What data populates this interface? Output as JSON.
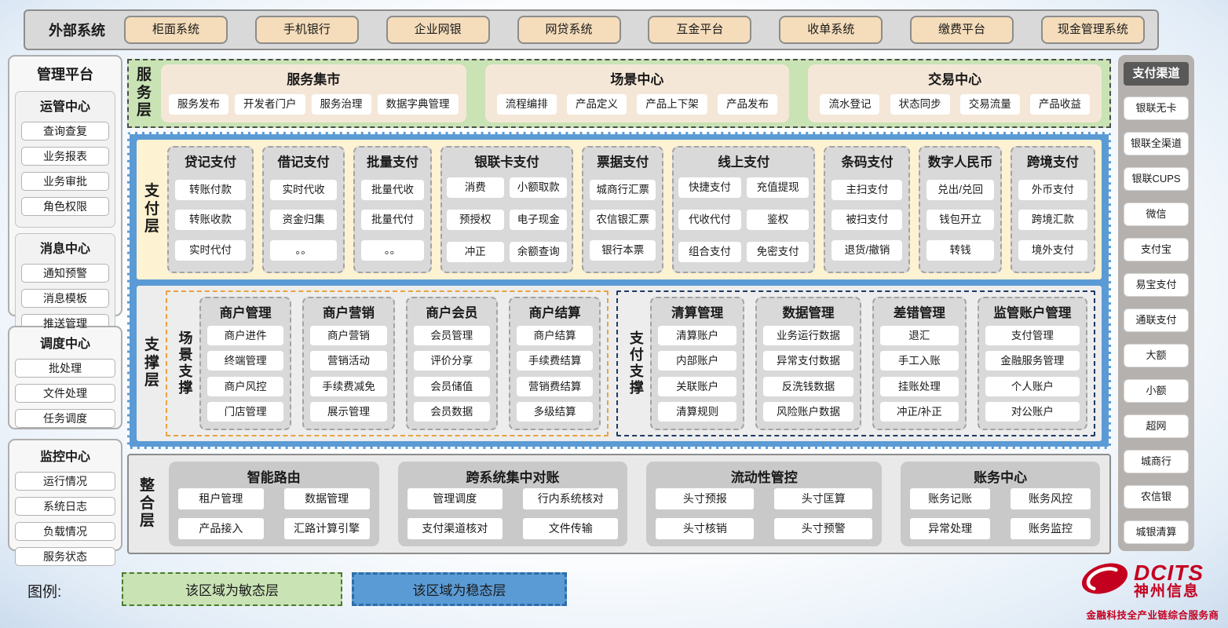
{
  "external_systems": {
    "label": "外部系统",
    "items": [
      "柜面系统",
      "手机银行",
      "企业网银",
      "网贷系统",
      "互金平台",
      "收单系统",
      "缴费平台",
      "现金管理系统"
    ]
  },
  "management_platform": {
    "title": "管理平台",
    "groups": [
      {
        "title": "运管中心",
        "items": [
          "查询查复",
          "业务报表",
          "业务审批",
          "角色权限"
        ]
      },
      {
        "title": "消息中心",
        "items": [
          "通知预警",
          "消息模板",
          "推送管理"
        ]
      },
      {
        "title": "调度中心",
        "items": [
          "批处理",
          "文件处理",
          "任务调度"
        ]
      },
      {
        "title": "监控中心",
        "items": [
          "运行情况",
          "系统日志",
          "负载情况",
          "服务状态"
        ]
      }
    ]
  },
  "service_layer": {
    "label": "服务层",
    "groups": [
      {
        "title": "服务集市",
        "items": [
          "服务发布",
          "开发者门户",
          "服务治理",
          "数据字典管理"
        ]
      },
      {
        "title": "场景中心",
        "items": [
          "流程编排",
          "产品定义",
          "产品上下架",
          "产品发布"
        ]
      },
      {
        "title": "交易中心",
        "items": [
          "流水登记",
          "状态同步",
          "交易流量",
          "产品收益"
        ]
      }
    ]
  },
  "payment_layer": {
    "label": "支付层",
    "columns": [
      {
        "title": "贷记支付",
        "items": [
          "转账付款",
          "转账收款",
          "实时代付"
        ]
      },
      {
        "title": "借记支付",
        "items": [
          "实时代收",
          "资金归集",
          "。。"
        ]
      },
      {
        "title": "批量支付",
        "items": [
          "批量代收",
          "批量代付",
          "。。"
        ]
      },
      {
        "title": "银联卡支付",
        "items": [
          "消费",
          "小额取款",
          "预授权",
          "电子现金",
          "冲正",
          "余额查询"
        ]
      },
      {
        "title": "票据支付",
        "items": [
          "城商行汇票",
          "农信银汇票",
          "银行本票"
        ]
      },
      {
        "title": "线上支付",
        "items": [
          "快捷支付",
          "充值提现",
          "代收代付",
          "鉴权",
          "组合支付",
          "免密支付"
        ]
      },
      {
        "title": "条码支付",
        "items": [
          "主扫支付",
          "被扫支付",
          "退货/撤销"
        ]
      },
      {
        "title": "数字人民币",
        "items": [
          "兑出/兑回",
          "钱包开立",
          "转钱"
        ]
      },
      {
        "title": "跨境支付",
        "items": [
          "外币支付",
          "跨境汇款",
          "境外支付"
        ]
      }
    ]
  },
  "support_layer": {
    "label": "支撑层",
    "scene_support": {
      "label": "场景支撑",
      "columns": [
        {
          "title": "商户管理",
          "items": [
            "商户进件",
            "终端管理",
            "商户风控",
            "门店管理"
          ]
        },
        {
          "title": "商户营销",
          "items": [
            "商户营销",
            "营销活动",
            "手续费减免",
            "展示管理"
          ]
        },
        {
          "title": "商户会员",
          "items": [
            "会员管理",
            "评价分享",
            "会员储值",
            "会员数据"
          ]
        },
        {
          "title": "商户结算",
          "items": [
            "商户结算",
            "手续费结算",
            "营销费结算",
            "多级结算"
          ]
        }
      ]
    },
    "payment_support": {
      "label": "支付支撑",
      "columns": [
        {
          "title": "清算管理",
          "items": [
            "清算账户",
            "内部账户",
            "关联账户",
            "清算规则"
          ]
        },
        {
          "title": "数据管理",
          "items": [
            "业务运行数据",
            "异常支付数据",
            "反洗钱数据",
            "风险账户数据"
          ]
        },
        {
          "title": "差错管理",
          "items": [
            "退汇",
            "手工入账",
            "挂账处理",
            "冲正/补正"
          ]
        },
        {
          "title": "监管账户管理",
          "items": [
            "支付管理",
            "金融服务管理",
            "个人账户",
            "对公账户"
          ]
        }
      ]
    }
  },
  "integration_layer": {
    "label": "整合层",
    "groups": [
      {
        "title": "智能路由",
        "items": [
          "租户管理",
          "数据管理",
          "产品接入",
          "汇路计算引擎"
        ]
      },
      {
        "title": "跨系统集中对账",
        "items": [
          "管理调度",
          "行内系统核对",
          "支付渠道核对",
          "文件传输"
        ]
      },
      {
        "title": "流动性管控",
        "items": [
          "头寸预报",
          "头寸匡算",
          "头寸核销",
          "头寸预警"
        ]
      },
      {
        "title": "账务中心",
        "items": [
          "账务记账",
          "账务风控",
          "异常处理",
          "账务监控"
        ]
      }
    ]
  },
  "payment_channels": {
    "title": "支付渠道",
    "items": [
      "银联无卡",
      "银联全渠道",
      "银联CUPS",
      "微信",
      "支付宝",
      "易宝支付",
      "通联支付",
      "大额",
      "小额",
      "超网",
      "城商行",
      "农信银",
      "城银清算"
    ]
  },
  "legend": {
    "label": "图例:",
    "agile": "该区域为敏态层",
    "stable": "该区域为稳态层"
  },
  "logo": {
    "brand": "DCITS",
    "name": "神州信息",
    "tagline": "金融科技全产业链综合服务商"
  },
  "colors": {
    "external_button": "#f5ddbb",
    "agile_green": "#c9e3b5",
    "stable_blue": "#5b9bd5",
    "payment_cream": "#fdf2d2",
    "module_gray": "#d9d9d9",
    "scene_border_orange": "#e8a33d",
    "payment_support_border_navy": "#1f3864",
    "channel_header_gray": "#595959",
    "brand_red": "#c4001f"
  }
}
